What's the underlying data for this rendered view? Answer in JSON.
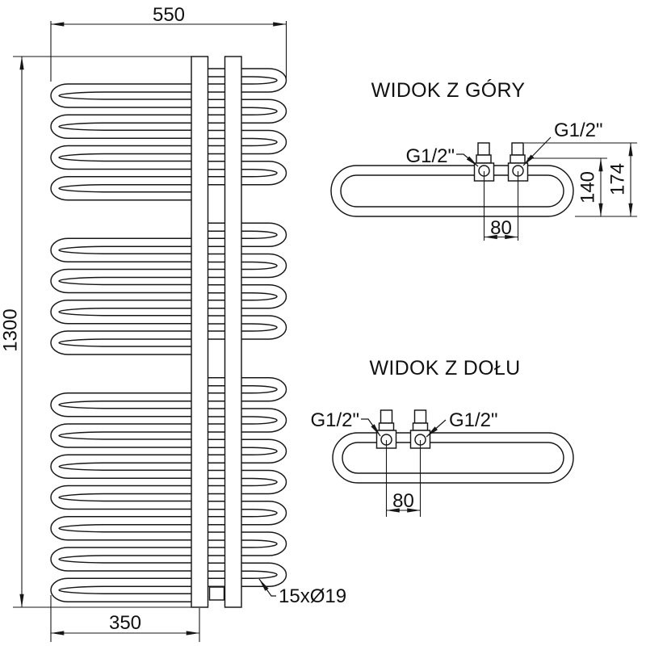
{
  "front_view": {
    "dim_width": "550",
    "dim_height": "1300",
    "dim_collector_offset": "350",
    "tube_label": "15xØ19"
  },
  "top_view": {
    "title": "WIDOK Z GÓRY",
    "thread_left": "G1/2\"",
    "thread_right": "G1/2\"",
    "dim_valve_spacing": "80",
    "dim_depth_valve": "140",
    "dim_depth_total": "174"
  },
  "bottom_view": {
    "title": "WIDOK Z DOŁU",
    "thread_left": "G1/2\"",
    "thread_right": "G1/2\"",
    "dim_valve_spacing": "80"
  },
  "colors": {
    "line": "#161616",
    "background": "#ffffff"
  }
}
